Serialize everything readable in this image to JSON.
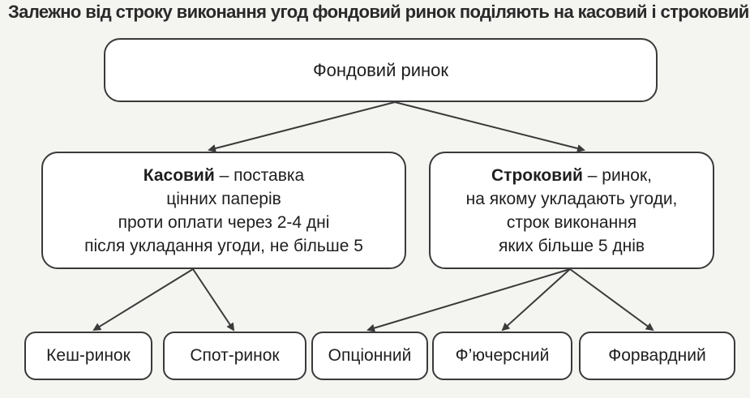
{
  "heading": "Залежно від строку виконання угод фондовий ринок поділяють на касовий і строковий.",
  "root": {
    "label": "Фондовий ринок"
  },
  "left_node": {
    "term": "Касовий",
    "line1_rest": " – поставка",
    "line2": "цінних паперів",
    "line3": "проти оплати через 2-4 дні",
    "line4": "після укладання угоди, не більше 5"
  },
  "right_node": {
    "term": "Строковий",
    "line1_rest": " – ринок,",
    "line2": "на якому укладають угоди,",
    "line3": "строк виконання",
    "line4": "яких більше 5 днів"
  },
  "leaves": [
    {
      "label": "Кеш-ринок"
    },
    {
      "label": "Спот-ринок"
    },
    {
      "label": "Опціонний"
    },
    {
      "label": "Ф’ючерсний"
    },
    {
      "label": "Форвардний"
    }
  ],
  "colors": {
    "border": "#3a3a3a",
    "arrow": "#3a3a3a",
    "background": "#f4f4f1"
  }
}
